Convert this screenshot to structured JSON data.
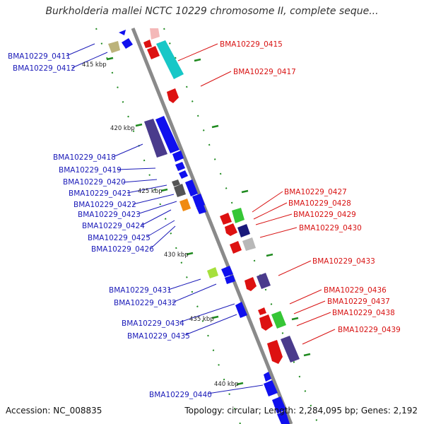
{
  "title": "Burkholderia mallei NCTC 10229 chromosome II, complete seque...",
  "accession": "Accession: NC_008835",
  "topology": "Topology: circular; Length: 2,284,095 bp; Genes: 2,192",
  "colors": {
    "backbone": "#888888",
    "tick": "#1f8a1f",
    "label_left": "#1a1ab8",
    "label_right": "#d81212"
  },
  "ticks": [
    "415 kbp",
    "420 kbp",
    "425 kbp",
    "430 kbp",
    "435 kbp",
    "440 kbp"
  ],
  "labels_left": [
    "BMA10229_0411",
    "BMA10229_0412",
    "BMA10229_0418",
    "BMA10229_0419",
    "BMA10229_0420",
    "BMA10229_0421",
    "BMA10229_0422",
    "BMA10229_0423",
    "BMA10229_0424",
    "BMA10229_0425",
    "BMA10229_0426",
    "BMA10229_0431",
    "BMA10229_0432",
    "BMA10229_0434",
    "BMA10229_0435",
    "BMA10229_0440"
  ],
  "labels_right": [
    "BMA10229_0415",
    "BMA10229_0417",
    "BMA10229_0427",
    "BMA10229_0428",
    "BMA10229_0429",
    "BMA10229_0430",
    "BMA10229_0433",
    "BMA10229_0436",
    "BMA10229_0437",
    "BMA10229_0438",
    "BMA10229_0439"
  ]
}
